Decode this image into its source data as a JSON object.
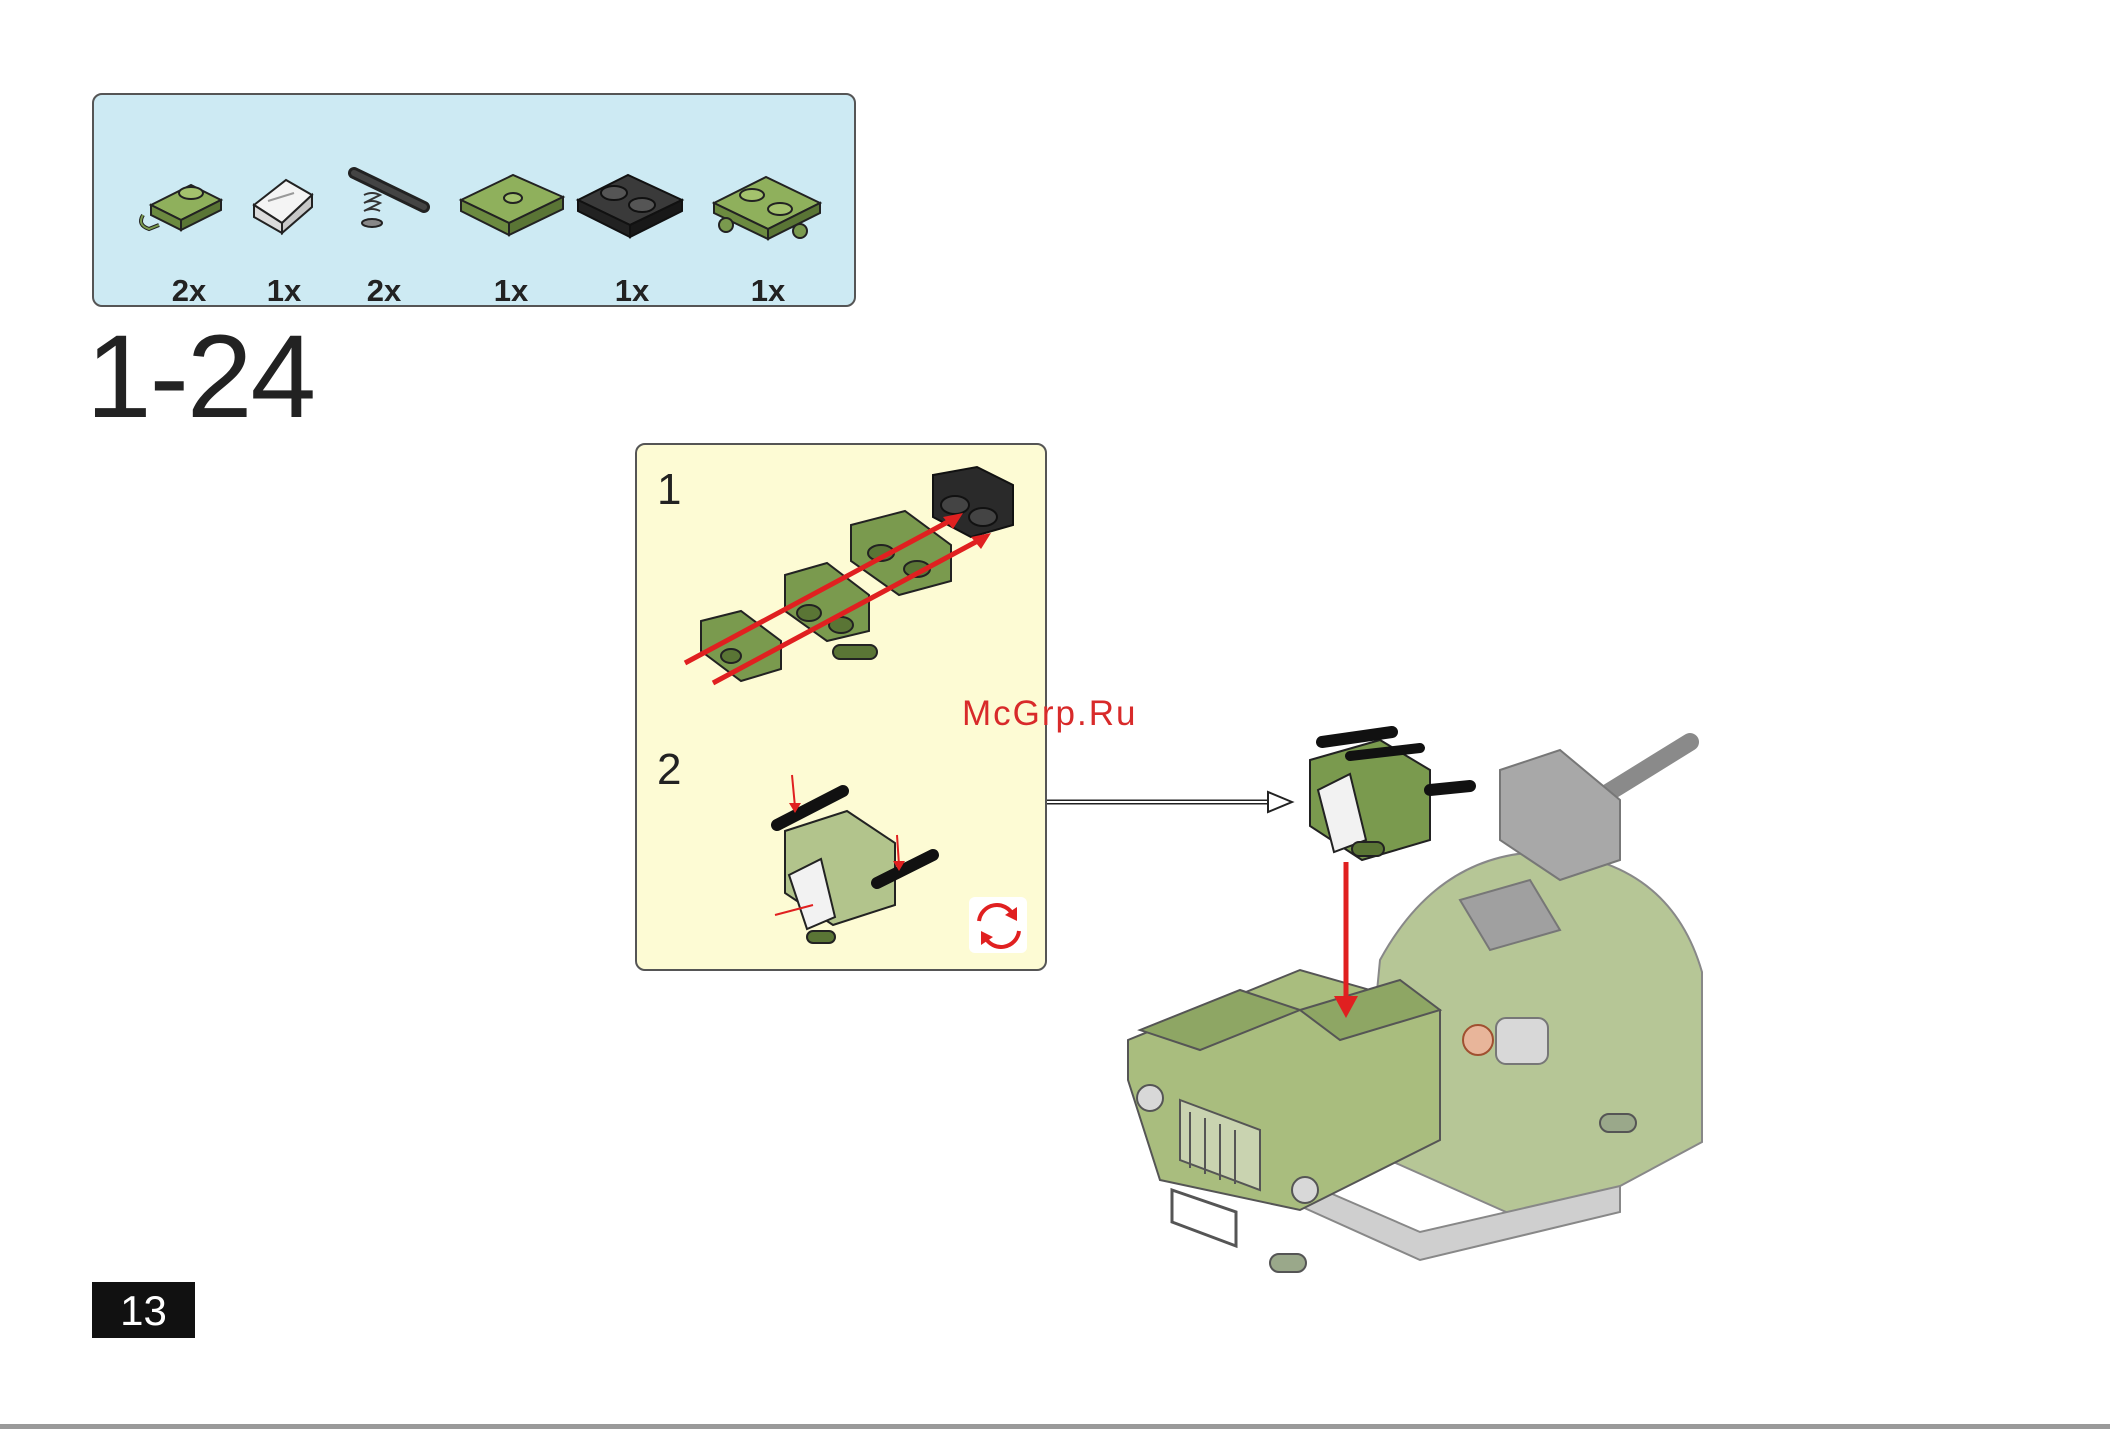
{
  "parts_list": {
    "items": [
      {
        "icon": "green-plate-with-clip-icon",
        "quantity": "2x"
      },
      {
        "icon": "transparent-slope-icon",
        "quantity": "1x"
      },
      {
        "icon": "black-bar-with-spring-icon",
        "quantity": "2x"
      },
      {
        "icon": "green-jumper-plate-icon",
        "quantity": "1x"
      },
      {
        "icon": "black-plate-1x2-with-rail-icon",
        "quantity": "1x"
      },
      {
        "icon": "green-plate-with-clips-icon",
        "quantity": "1x"
      }
    ]
  },
  "step": {
    "number": "1-24"
  },
  "sub_steps": [
    {
      "label": "1"
    },
    {
      "label": "2"
    }
  ],
  "watermark": "McGrp.Ru",
  "page": {
    "number": "13"
  },
  "colors": {
    "parts_box_bg": "#cdeaf3",
    "sub_box_bg": "#fdfbd4",
    "brick_green": "#7a9a4e",
    "brick_black": "#2a2a2a",
    "arrow_red": "#e02020"
  }
}
